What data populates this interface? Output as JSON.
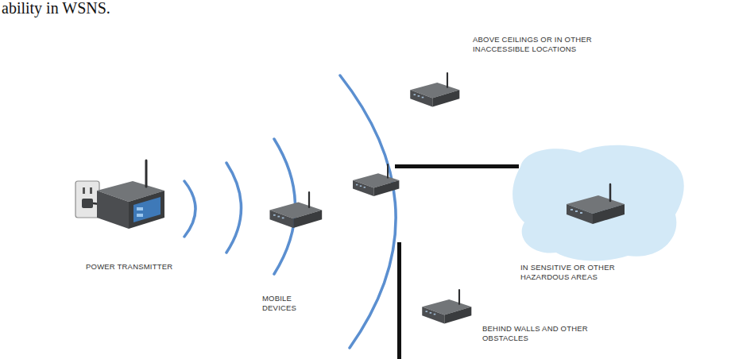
{
  "diagram": {
    "labels": [
      "ability in WSNS.",
      "POWER TRANSMITTER",
      "MOBILE DEVICES",
      "ABOVE CEILINGS OR IN OTHER INACCESSIBLE LOCATIONS",
      "IN SENSITIVE OR OTHER HAZARDOUS AREAS",
      "BEHIND WALLS AND OTHER OBSTACLES"
    ]
  }
}
